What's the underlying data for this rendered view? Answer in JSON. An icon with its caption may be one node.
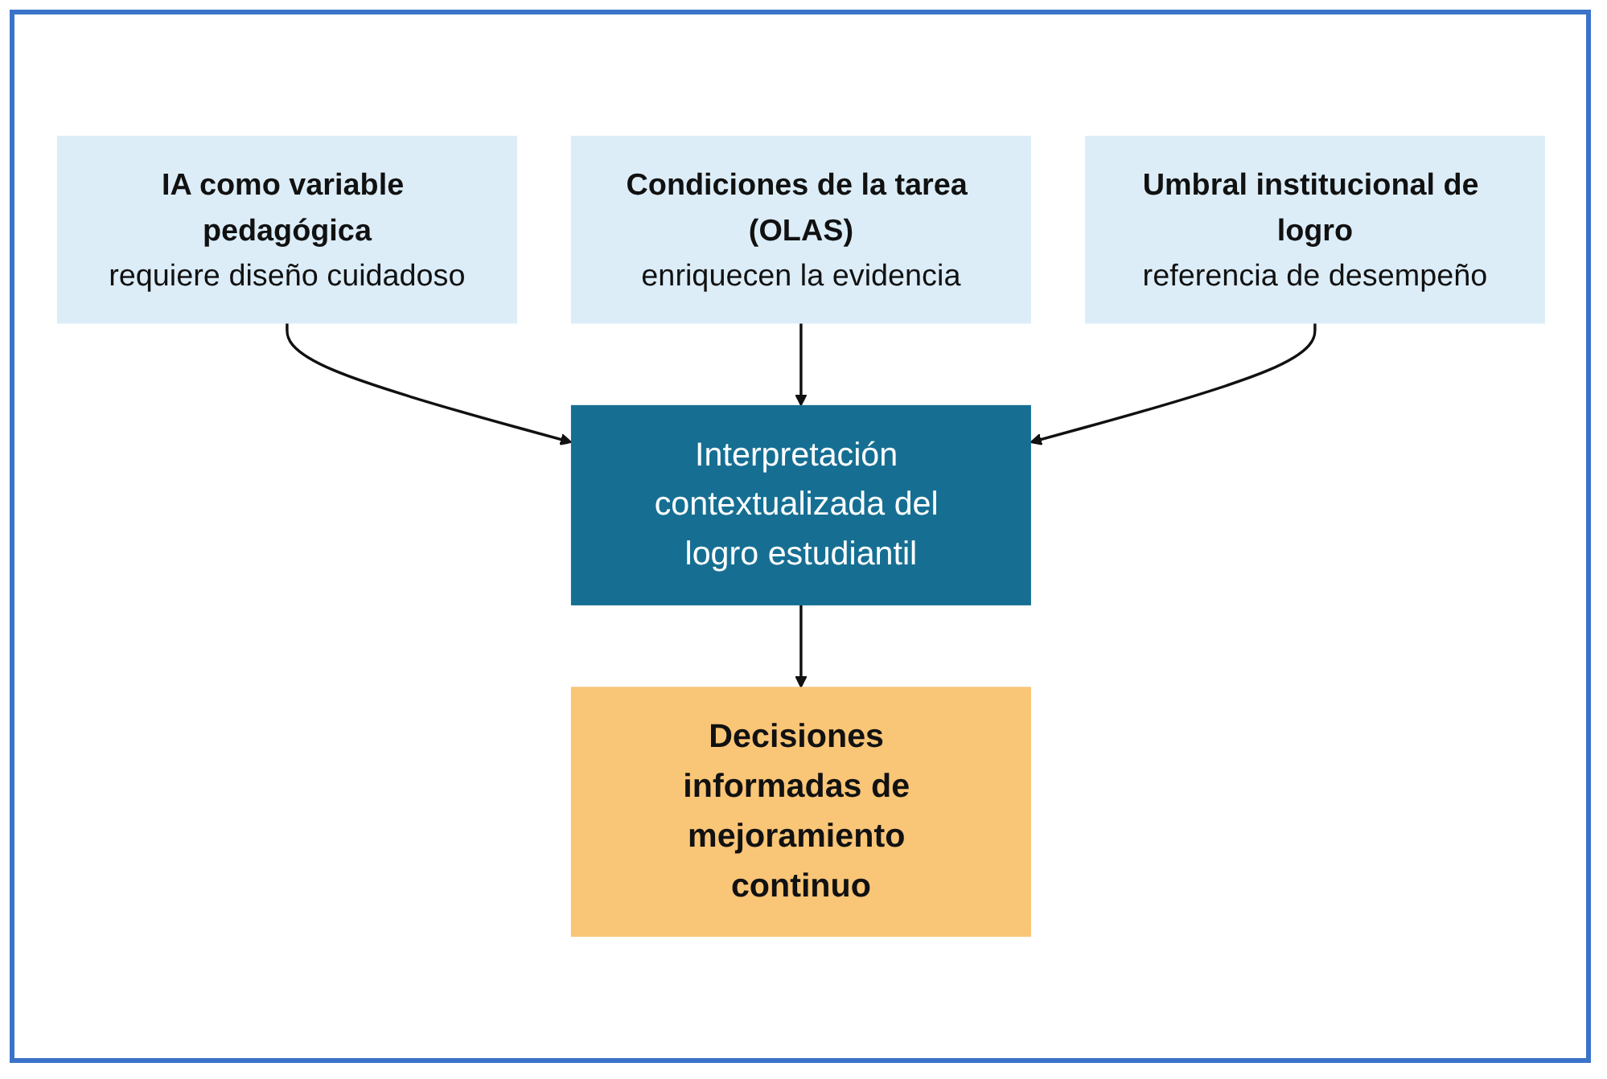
{
  "diagram": {
    "nodes": [
      {
        "text": [
          "IA como variable pedagógica",
          "requiere diseño cuidadoso"
        ]
      },
      {
        "text": [
          "Condiciones de la tarea (OLAS)",
          "enriquecen la evidencia"
        ]
      },
      {
        "text": [
          "Umbral institucional de logro",
          "referencia de desempeño"
        ]
      },
      {
        "text": [
          "Interpretación contextualizada del logro estudiantil"
        ]
      },
      {
        "text": [
          "Decisiones informadas de mejoramiento continuo"
        ]
      }
    ],
    "edges": [
      {
        "from": 0,
        "to": 3,
        "arrow": "to"
      },
      {
        "from": 1,
        "to": 3,
        "arrow": "to"
      },
      {
        "from": 2,
        "to": 3,
        "arrow": "to"
      },
      {
        "from": 3,
        "to": 4,
        "arrow": "to"
      }
    ]
  }
}
